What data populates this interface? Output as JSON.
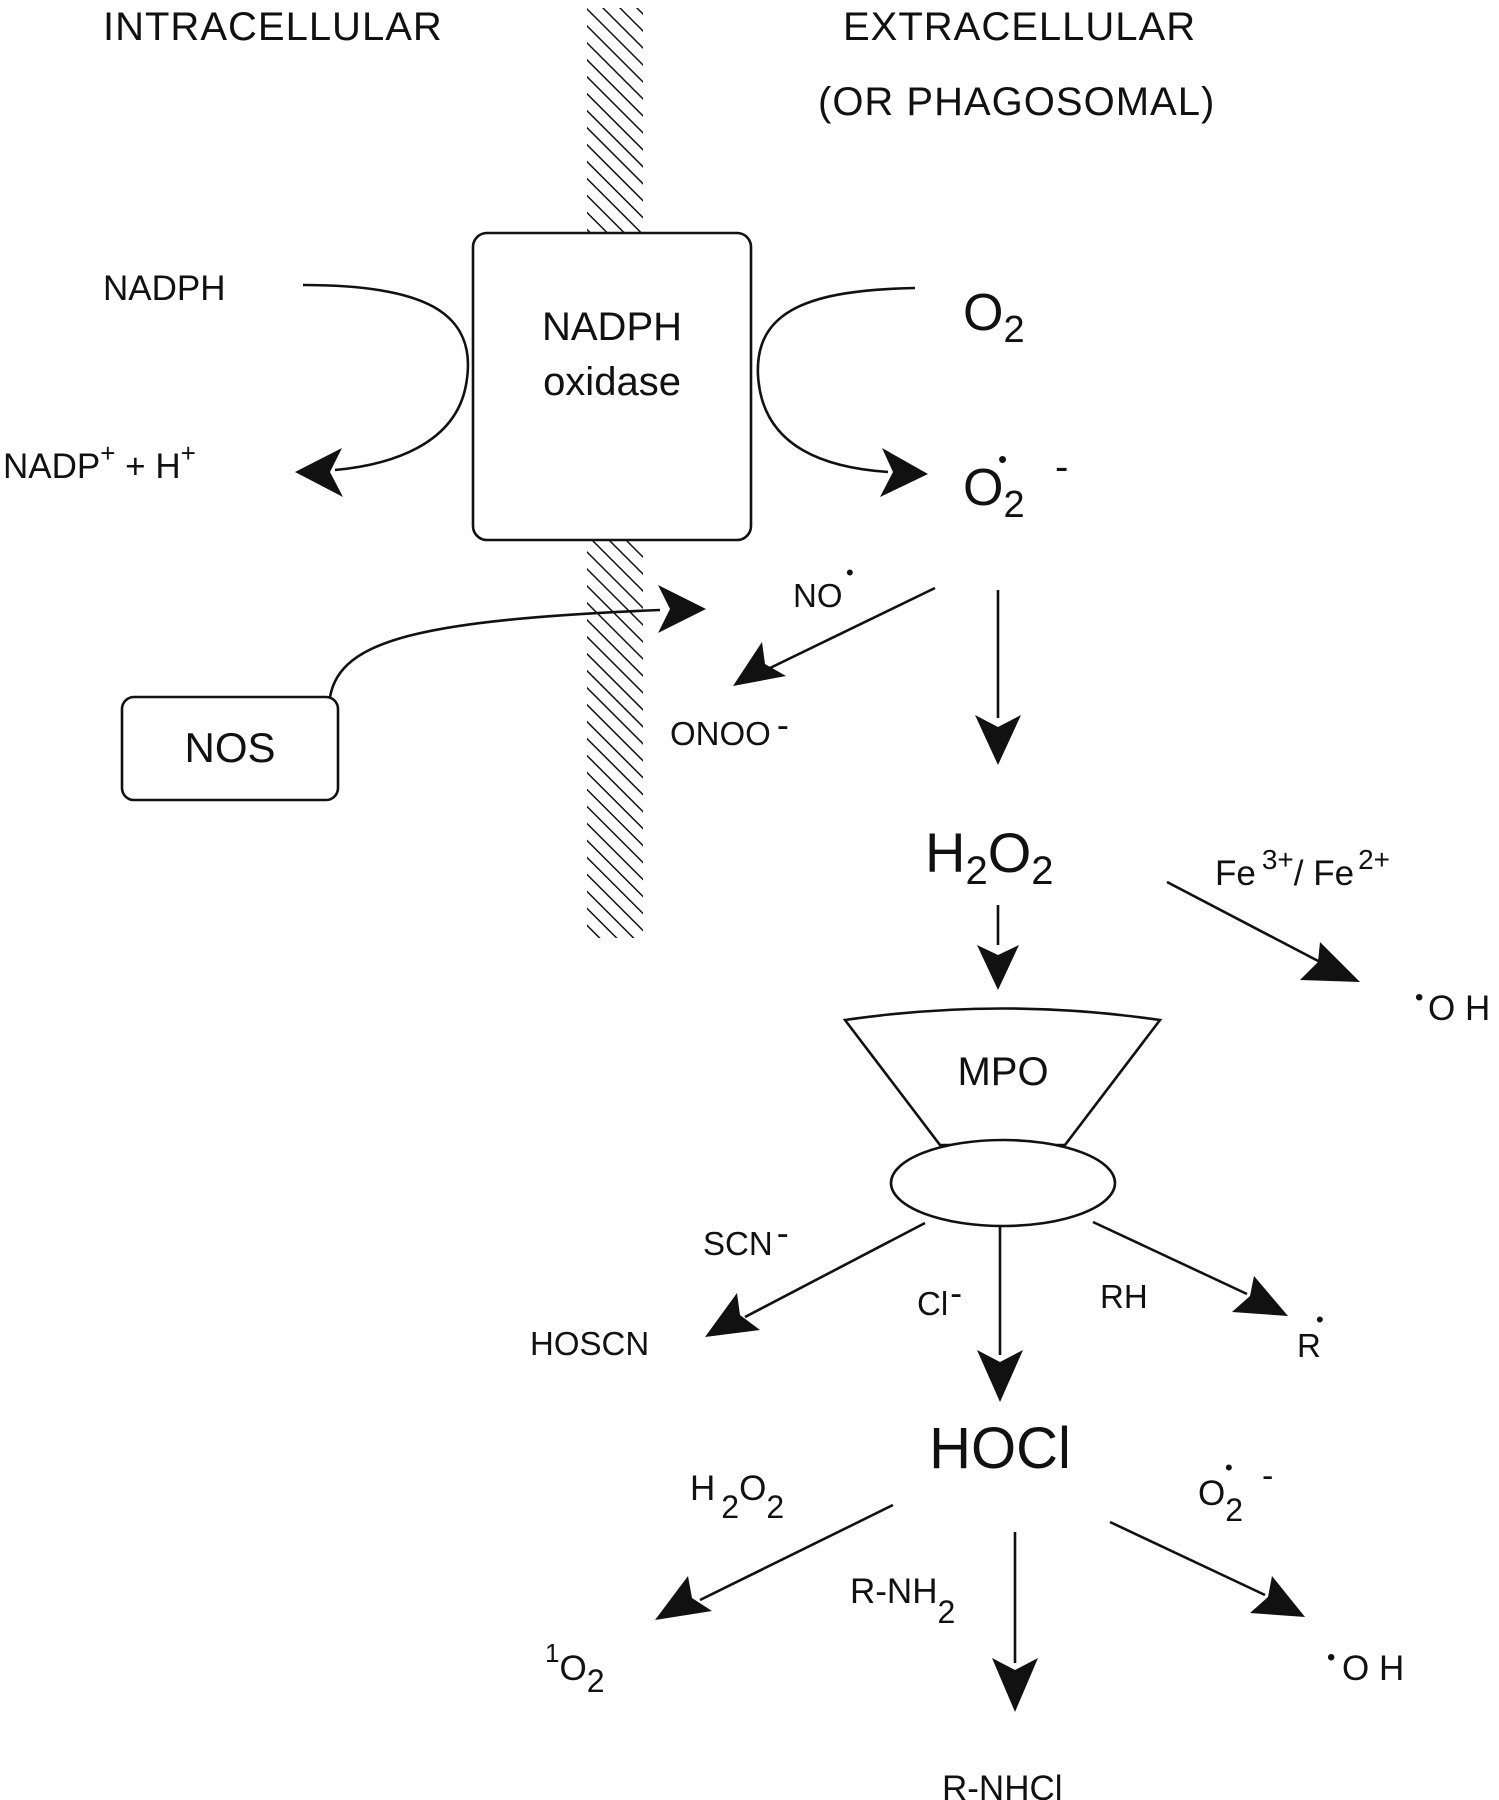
{
  "headers": {
    "intracellular": "INTRACELLULAR",
    "extracellular_line1": "EXTRACELLULAR",
    "extracellular_line2": "(OR PHAGOSOMAL)"
  },
  "enzymes": {
    "nadph_oxidase_line1": "NADPH",
    "nadph_oxidase_line2": "oxidase",
    "nos": "NOS",
    "mpo": "MPO"
  },
  "species": {
    "nadph": "NADPH",
    "nadp_base": "NADP",
    "nadp_plus": "+",
    "nadp_rest": " + H",
    "h_plus": "+",
    "o2_base": "O",
    "o2_sub": "2",
    "superoxide_base": "O",
    "superoxide_sub": "2",
    "superoxide_dot": "•",
    "superoxide_charge": "-",
    "no_base": "NO",
    "no_dot": "•",
    "onoo_base": "ONOO",
    "onoo_charge": "-",
    "h2o2_h": "H",
    "h2o2_sub1": "2",
    "h2o2_o": "O",
    "h2o2_sub2": "2",
    "fe_a": "Fe",
    "fe_a_sup": "3+",
    "fe_mid": "/ Fe",
    "fe_b_sup": "2+",
    "oh1_dot": "•",
    "oh1": "O H",
    "scn_base": "SCN",
    "scn_charge": "-",
    "hoscn": "HOSCN",
    "cl_base": "Cl",
    "cl_charge": "-",
    "rh": "RH",
    "r_base": "R",
    "r_dot": "•",
    "hocl": "HOCl",
    "h2o2b_h": "H",
    "h2o2b_sub1": "2",
    "h2o2b_o": "O",
    "h2o2b_sub2": "2",
    "singlet_sup": "1",
    "singlet_o": "O",
    "singlet_sub": "2",
    "rnh2_base": "R-NH",
    "rnh2_sub": "2",
    "superoxide2_base": "O",
    "superoxide2_sub": "2",
    "superoxide2_dot": "•",
    "superoxide2_charge": "-",
    "oh2_dot": "•",
    "oh2": "O H",
    "rnhcl": "R-NHCl"
  }
}
